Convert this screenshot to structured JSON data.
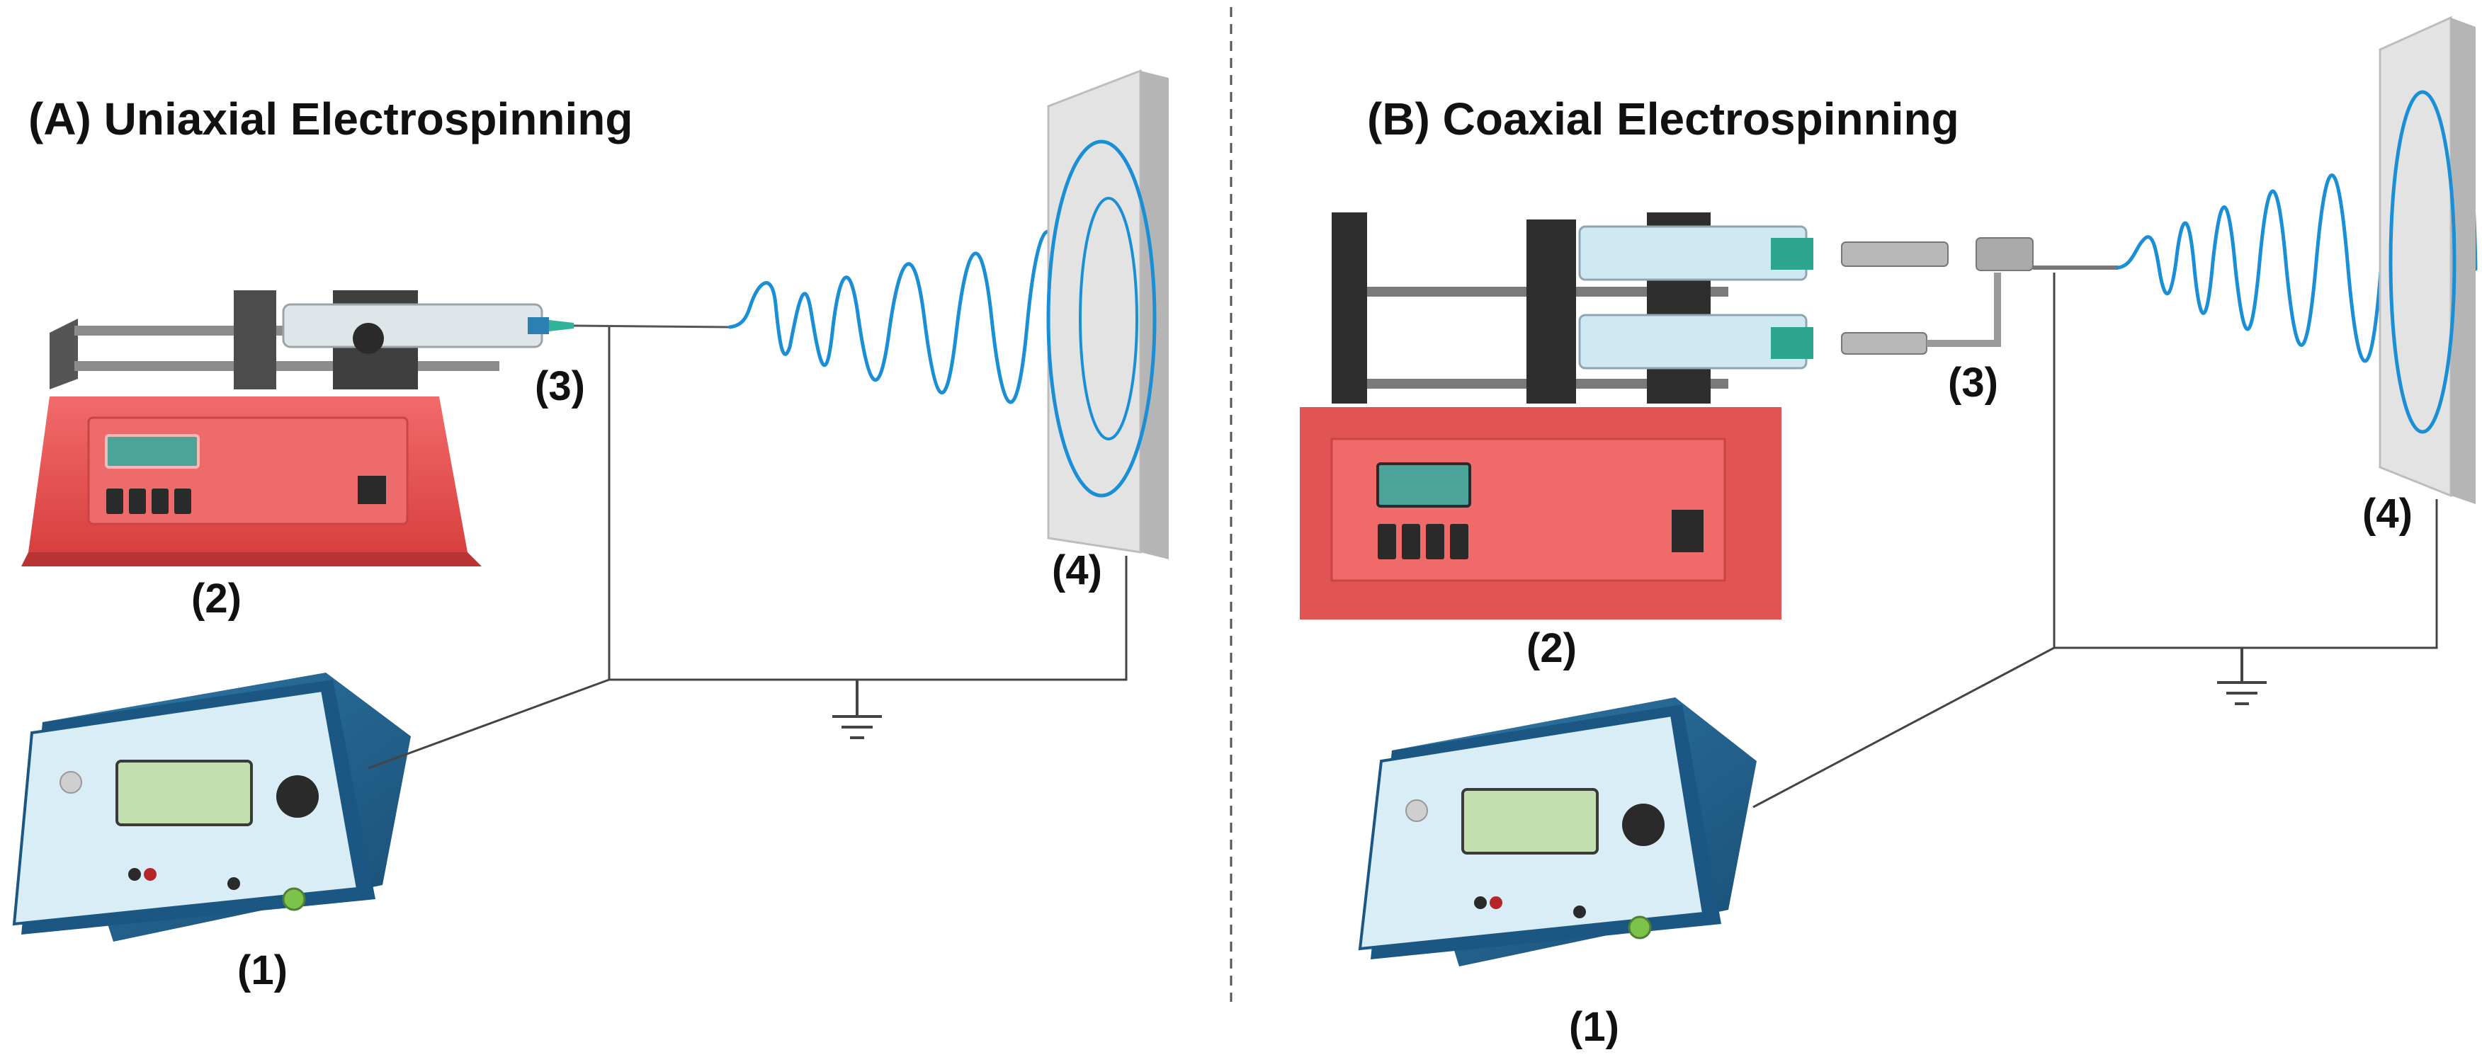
{
  "panel_a": {
    "title": "(A) Uniaxial Electrospinning",
    "label_supply": "(1)",
    "label_pump": "(2)",
    "label_needle": "(3)",
    "label_collector": "(4)"
  },
  "panel_b": {
    "title": "(B) Coaxial Electrospinning",
    "label_supply": "(1)",
    "label_pump": "(2)",
    "label_needle": "(3)",
    "label_collector": "(4)"
  },
  "colors": {
    "pump_red": "#e0494b",
    "supply_blue": "#1f5f8b",
    "screen_green": "#c2dfb0",
    "fiber_blue": "#1a8fd6",
    "collector_gray": "#d9d9d9"
  }
}
